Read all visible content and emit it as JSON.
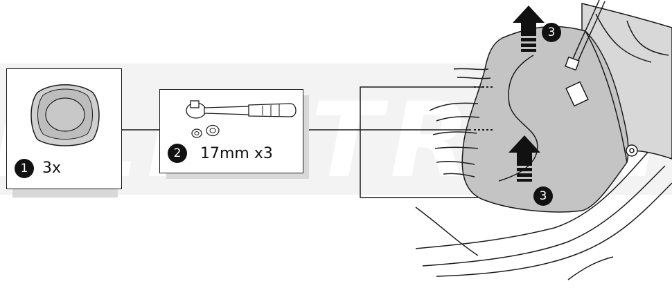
{
  "watermark": "ELECTRONIC",
  "steps": [
    {
      "number": "1",
      "label": "3x",
      "icon": "rubber-plug-cap-icon"
    },
    {
      "number": "2",
      "label": "17mm x3",
      "icon": "ratchet-with-sockets-icon"
    },
    {
      "number": "3",
      "icon": "up-arrow-icon"
    }
  ],
  "colors": {
    "seat_fill": "#c4c4c4",
    "line": "#1a1a1a",
    "badge": "#111111",
    "watermark": "#ececec",
    "band": "#f2f2f2"
  }
}
